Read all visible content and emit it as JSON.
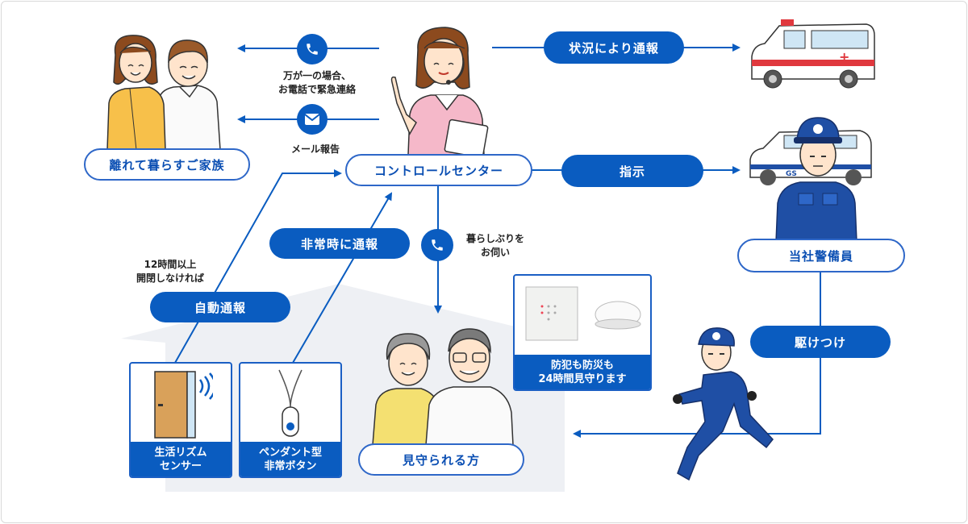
{
  "center": {
    "label": "コントロールセンター"
  },
  "family": {
    "label": "離れて暮らすご家族"
  },
  "guard": {
    "label": "当社警備員"
  },
  "watched": {
    "label": "見守られる方"
  },
  "pills": {
    "report_by_situation": "状況により通報",
    "instruction": "指示",
    "emergency_report": "非常時に通報",
    "auto_report": "自動通報",
    "rush": "駆けつけ"
  },
  "notes": {
    "emergency_contact": "万が一の場合、\nお電話で緊急連絡",
    "mail_report": "メール報告",
    "check_in_call": "暮らしぶりを\nお伺い",
    "twelve_hours": "12時間以上\n開閉しなければ"
  },
  "cards": {
    "life_rhythm": "生活リズム\nセンサー",
    "pendant": "ペンダント型\n非常ボタン",
    "security": "防犯も防災も\n24時間見守ります"
  },
  "icons": [
    "phone-icon",
    "mail-icon",
    "phone-icon"
  ],
  "colors": {
    "primary": "#0a5cc0",
    "house": "#eef0f4",
    "uniform": "#1f4fa5"
  },
  "vehicle_text": {
    "ambulance_cross": "+",
    "patrol_car_mark": "GS"
  }
}
